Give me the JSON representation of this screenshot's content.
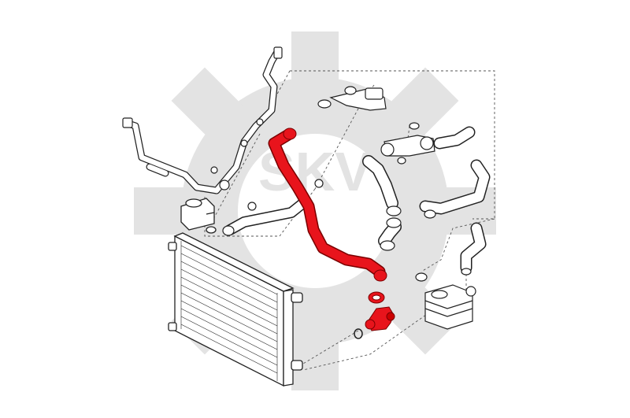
{
  "watermark": {
    "text": "SKV",
    "color": "#e3e3e3"
  },
  "colors": {
    "highlight": "#e8141c",
    "line": "#222222",
    "leader": "#555555"
  },
  "parts": [
    {
      "name": "radiator",
      "highlighted": false
    },
    {
      "name": "expansion-tank",
      "highlighted": false
    },
    {
      "name": "heater-pipe-assembly",
      "highlighted": false
    },
    {
      "name": "upper-left-hose",
      "highlighted": false
    },
    {
      "name": "thermostat-flange",
      "highlighted": false
    },
    {
      "name": "main-coolant-hose",
      "highlighted": true
    },
    {
      "name": "t-connector",
      "highlighted": true
    },
    {
      "name": "hose-clamp",
      "highlighted": true
    },
    {
      "name": "o-ring-seal",
      "highlighted": false
    },
    {
      "name": "center-hose",
      "highlighted": false
    },
    {
      "name": "water-outlet-housing",
      "highlighted": false
    },
    {
      "name": "right-hoses",
      "highlighted": false
    },
    {
      "name": "oil-cooler",
      "highlighted": false
    }
  ]
}
